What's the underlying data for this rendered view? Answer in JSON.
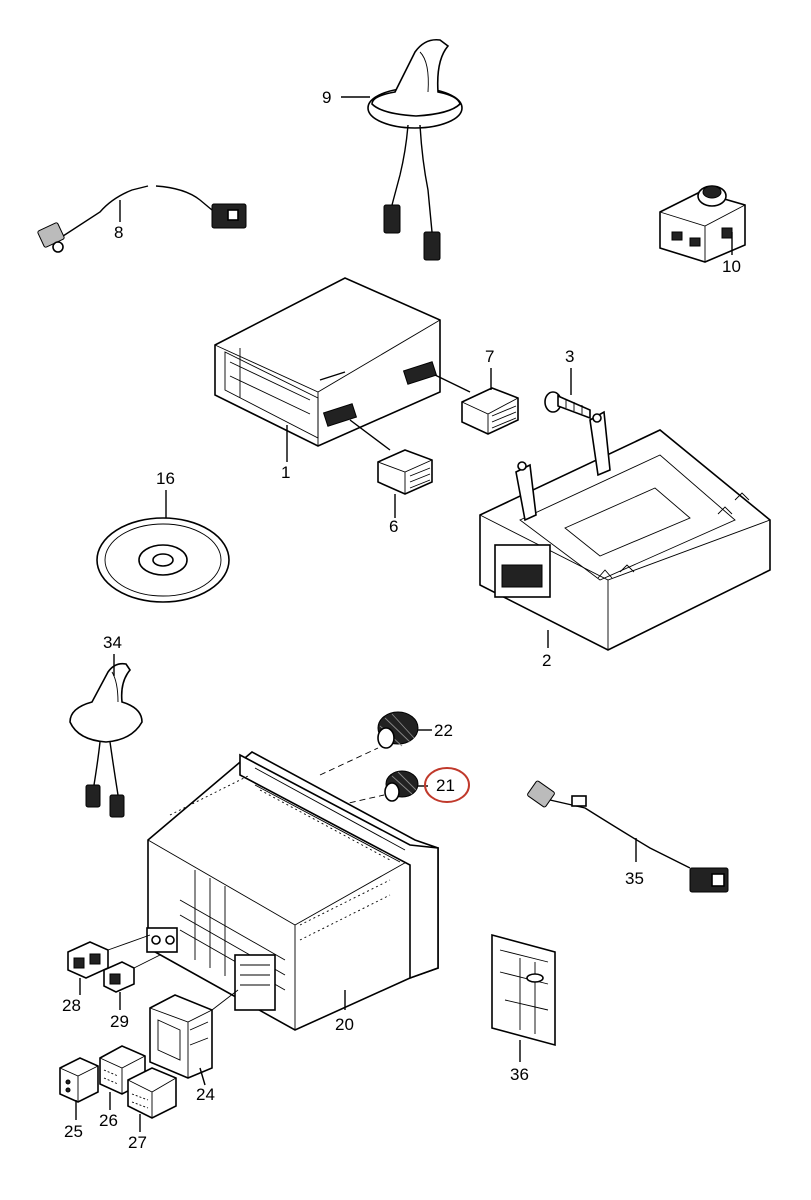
{
  "diagram": {
    "type": "exploded-parts-diagram",
    "highlight_color": "#c0392b",
    "highlighted_label": "21",
    "callouts": [
      {
        "id": "1",
        "label": "1"
      },
      {
        "id": "2",
        "label": "2"
      },
      {
        "id": "3",
        "label": "3"
      },
      {
        "id": "6",
        "label": "6"
      },
      {
        "id": "7",
        "label": "7"
      },
      {
        "id": "8",
        "label": "8"
      },
      {
        "id": "9",
        "label": "9"
      },
      {
        "id": "10",
        "label": "10"
      },
      {
        "id": "16",
        "label": "16"
      },
      {
        "id": "20",
        "label": "20"
      },
      {
        "id": "21",
        "label": "21"
      },
      {
        "id": "22",
        "label": "22"
      },
      {
        "id": "24",
        "label": "24"
      },
      {
        "id": "25",
        "label": "25"
      },
      {
        "id": "26",
        "label": "26"
      },
      {
        "id": "27",
        "label": "27"
      },
      {
        "id": "28",
        "label": "28"
      },
      {
        "id": "29",
        "label": "29"
      },
      {
        "id": "34",
        "label": "34"
      },
      {
        "id": "35",
        "label": "35"
      },
      {
        "id": "36",
        "label": "36"
      }
    ]
  }
}
